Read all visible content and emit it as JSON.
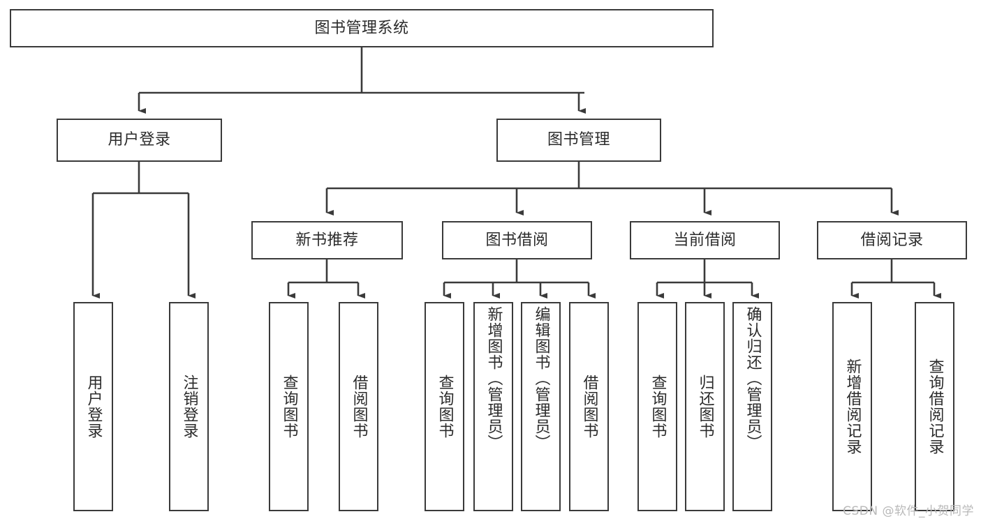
{
  "diagram": {
    "type": "tree-hierarchy",
    "title": "图书管理系统",
    "watermark": "CSDN @软件_小贺同学",
    "colors": {
      "box_border": "#3a3a3a",
      "box_fill": "#ffffff",
      "connector": "#3a3a3a",
      "text": "#2b2b2b",
      "watermark": "#b9b9b9"
    },
    "levels": {
      "root_label": "图书管理系统",
      "level2": [
        {
          "id": "user-login",
          "label": "用户登录"
        },
        {
          "id": "book-management",
          "label": "图书管理"
        }
      ],
      "level3": [
        {
          "id": "new-book-recommend",
          "label": "新书推荐"
        },
        {
          "id": "book-borrow",
          "label": "图书借阅"
        },
        {
          "id": "current-borrow",
          "label": "当前借阅"
        },
        {
          "id": "borrow-record",
          "label": "借阅记录"
        }
      ],
      "leaves": {
        "user_login": [
          {
            "id": "leaf-user-login",
            "label": "用户登录"
          },
          {
            "id": "leaf-logout",
            "label": "注销登录"
          }
        ],
        "new_book_recommend": [
          {
            "id": "leaf-query-book-1",
            "label": "查询图书"
          },
          {
            "id": "leaf-borrow-book-1",
            "label": "借阅图书"
          }
        ],
        "book_borrow": [
          {
            "id": "leaf-query-book-2",
            "label": "查询图书"
          },
          {
            "id": "leaf-add-book",
            "label": "新增图书（管理员）"
          },
          {
            "id": "leaf-edit-book",
            "label": "编辑图书（管理员）"
          },
          {
            "id": "leaf-borrow-book-2",
            "label": "借阅图书"
          }
        ],
        "current_borrow": [
          {
            "id": "leaf-query-book-3",
            "label": "查询图书"
          },
          {
            "id": "leaf-return-book",
            "label": "归还图书"
          },
          {
            "id": "leaf-confirm-return",
            "label": "确认归还（管理员）"
          }
        ],
        "borrow_record": [
          {
            "id": "leaf-add-record",
            "label": "新增借阅记录"
          },
          {
            "id": "leaf-query-record",
            "label": "查询借阅记录"
          }
        ]
      }
    }
  }
}
